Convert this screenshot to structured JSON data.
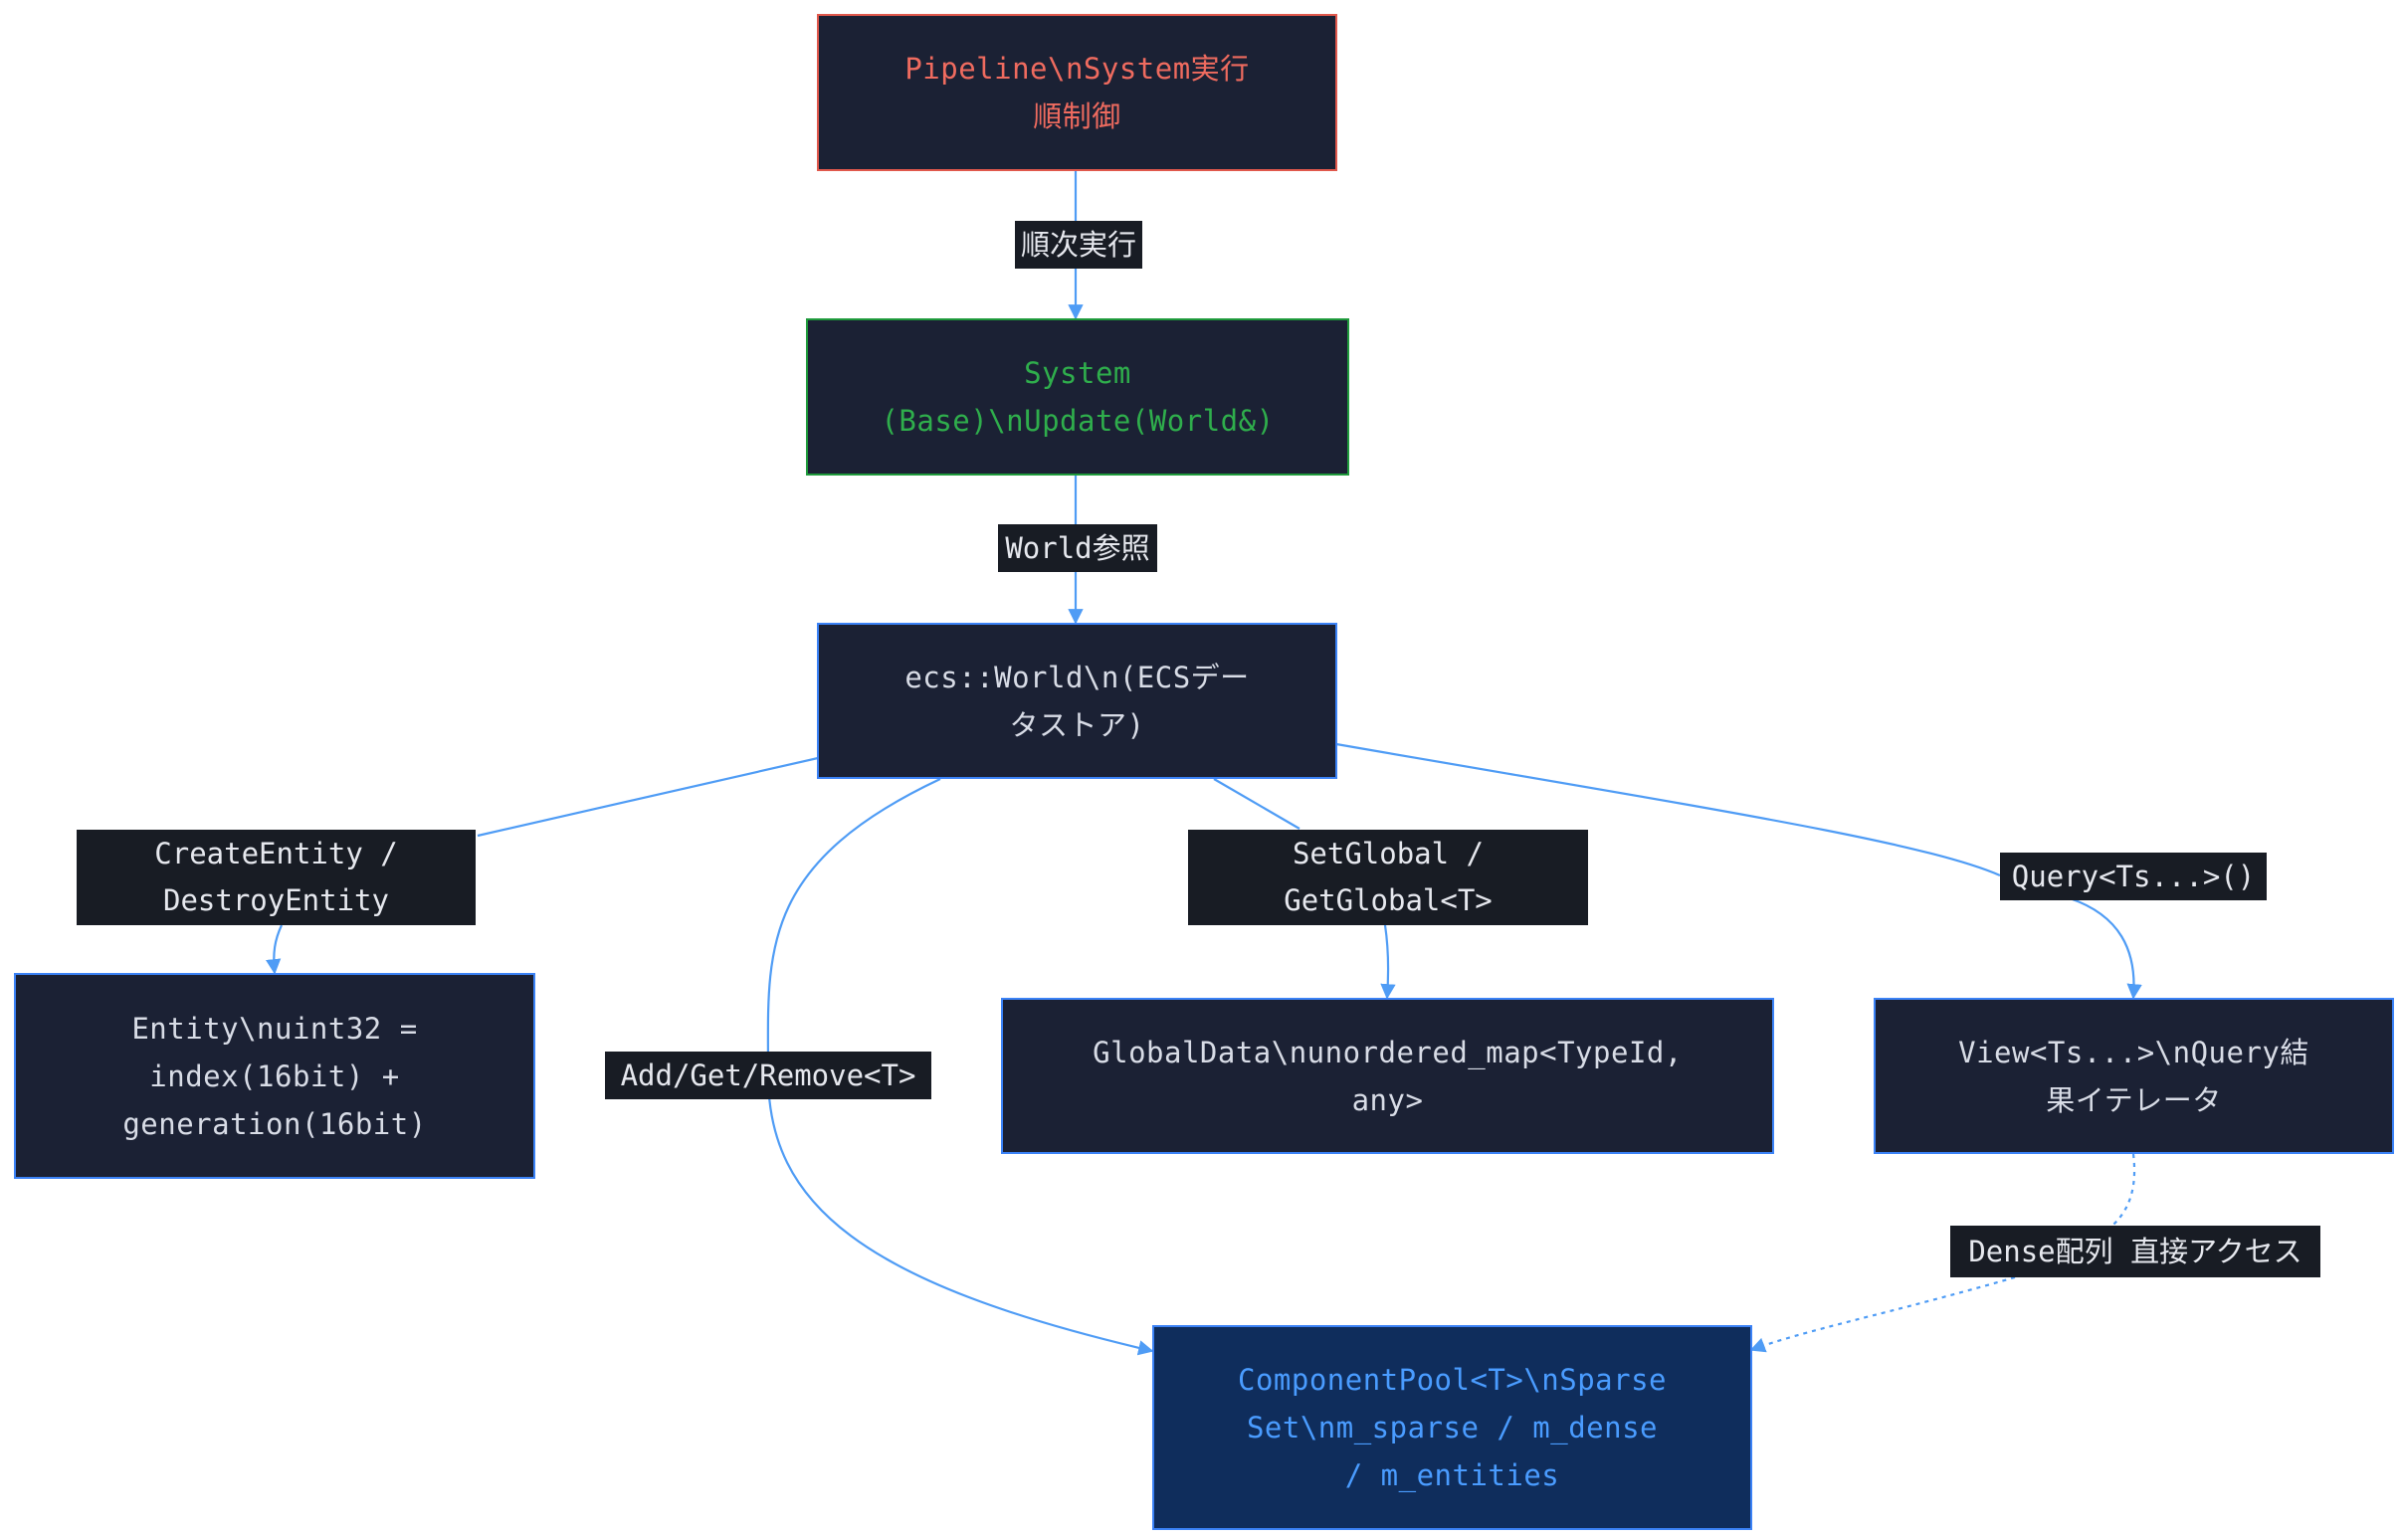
{
  "colors": {
    "edge": "#4f9cf5",
    "node_fill": "#1b2134",
    "node_border": "#3b82f6",
    "pipeline_border": "#e0584c",
    "pipeline_text": "#ef6b5f",
    "system_border": "#1f9a3b",
    "system_text": "#2fae4c",
    "pool_fill": "#0f2d5c",
    "pool_text": "#4a9cff",
    "label_fill": "#181c24"
  },
  "nodes": {
    "pipeline": "Pipeline\\nSystem実行\n順制御",
    "system": "System\n(Base)\\nUpdate(World&)",
    "world": "ecs::World\\n(ECSデー\nタストア)",
    "entity": "Entity\\nuint32 =\nindex(16bit) +\ngeneration(16bit)",
    "globaldata": "GlobalData\\nunordered_map<TypeId,\nany>",
    "view": "View<Ts...>\\nQuery結\n果イテレータ",
    "componentpool": "ComponentPool<T>\\nSparse\nSet\\nm_sparse / m_dense\n/ m_entities"
  },
  "edges": {
    "pipeline_system": "順次実行",
    "system_world": "World参照",
    "world_entity": "CreateEntity /\nDestroyEntity",
    "world_pool": "Add/Get/Remove<T>",
    "world_global": "SetGlobal /\nGetGlobal<T>",
    "world_view": "Query<Ts...>()",
    "view_pool": "Dense配列 直接アクセス"
  }
}
